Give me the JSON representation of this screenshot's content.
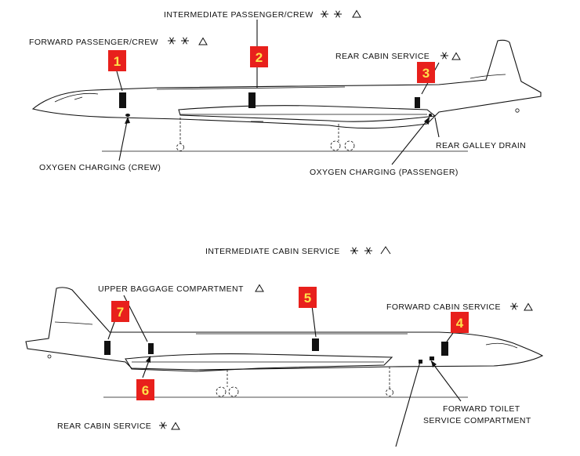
{
  "top_view": {
    "labels": {
      "intermediate_passenger_crew": "INTERMEDIATE PASSENGER/CREW",
      "forward_passenger_crew": "FORWARD PASSENGER/CREW",
      "rear_cabin_service": "REAR CABIN SERVICE",
      "rear_galley_drain": "REAR GALLEY DRAIN",
      "oxygen_charging_crew": "OXYGEN CHARGING (CREW)",
      "oxygen_charging_passenger": "OXYGEN CHARGING (PASSENGER)"
    },
    "badges": [
      "1",
      "2",
      "3"
    ]
  },
  "bottom_view": {
    "labels": {
      "intermediate_cabin_service": "INTERMEDIATE CABIN SERVICE",
      "upper_baggage_compartment": "UPPER BAGGAGE COMPARTMENT",
      "forward_cabin_service": "FORWARD CABIN SERVICE",
      "forward_toilet_line1": "FORWARD TOILET",
      "forward_toilet_line2": "SERVICE COMPARTMENT",
      "rear_cabin_service": "REAR CABIN SERVICE"
    },
    "badges": [
      "4",
      "5",
      "6",
      "7"
    ]
  },
  "colors": {
    "badge_fill": "#e8201c",
    "badge_text": "#ffe14a",
    "ink": "#111111"
  }
}
